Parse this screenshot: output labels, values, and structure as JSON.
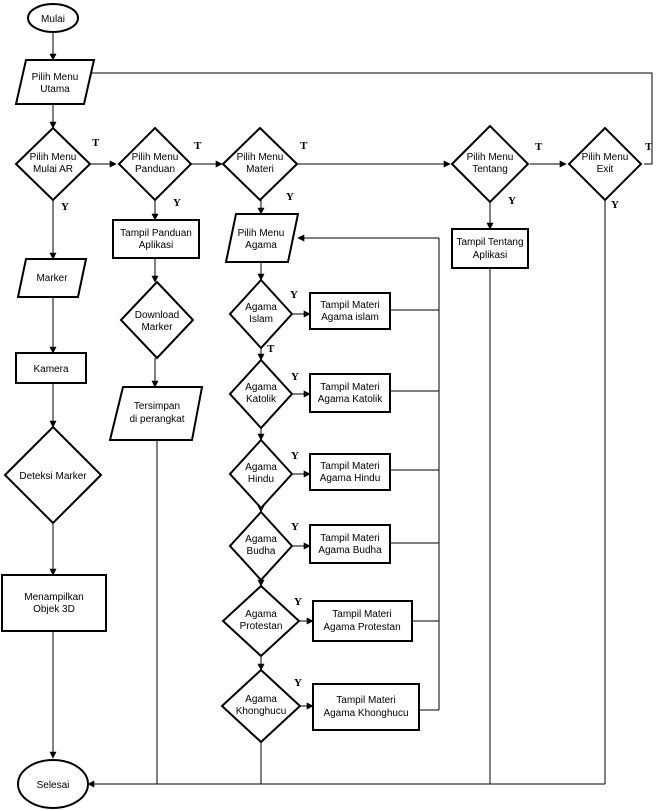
{
  "nodes": {
    "mulai": "Mulai",
    "pilih_menu_utama": [
      "Pilih Menu",
      "Utama"
    ],
    "mulai_ar": [
      "Pilih Menu",
      "Mulai AR"
    ],
    "marker": "Marker",
    "kamera": "Kamera",
    "deteksi_marker": "Deteksi Marker",
    "objek_3d": [
      "Menampilkan",
      "Objek 3D"
    ],
    "selesai": "Selesai",
    "panduan": [
      "Pilih Menu",
      "Panduan"
    ],
    "tampil_panduan": [
      "Tampil Panduan",
      "Aplikasi"
    ],
    "download_marker": [
      "Download",
      "Marker"
    ],
    "tersimpan": [
      "Tersimpan",
      "di perangkat"
    ],
    "materi": [
      "Pilih Menu",
      "Materi"
    ],
    "pilih_agama": [
      "Pilih Menu",
      "Agama"
    ],
    "islam": [
      "Agama",
      "Islam"
    ],
    "katolik": [
      "Agama",
      "Katolik"
    ],
    "hindu": [
      "Agama",
      "Hindu"
    ],
    "budha": [
      "Agama",
      "Budha"
    ],
    "protestan": [
      "Agama",
      "Protestan"
    ],
    "khonghucu": [
      "Agama",
      "Khonghucu"
    ],
    "materi_islam": [
      "Tampil Materi",
      "Agama islam"
    ],
    "materi_katolik": [
      "Tampil Materi",
      "Agama Katolik"
    ],
    "materi_hindu": [
      "Tampil Materi",
      "Agama Hindu"
    ],
    "materi_budha": [
      "Tampil Materi",
      "Agama Budha"
    ],
    "materi_protestan": [
      "Tampil Materi",
      "Agama Protestan"
    ],
    "materi_khonghucu": [
      "Tampil Materi",
      "Agama Khonghucu"
    ],
    "tentang": [
      "Pilih Menu",
      "Tentang"
    ],
    "tampil_tentang": [
      "Tampil Tentang",
      "Aplikasi"
    ],
    "exit": [
      "Pilih Menu",
      "Exit"
    ]
  },
  "labels": {
    "yes": "Y",
    "no": "T"
  }
}
